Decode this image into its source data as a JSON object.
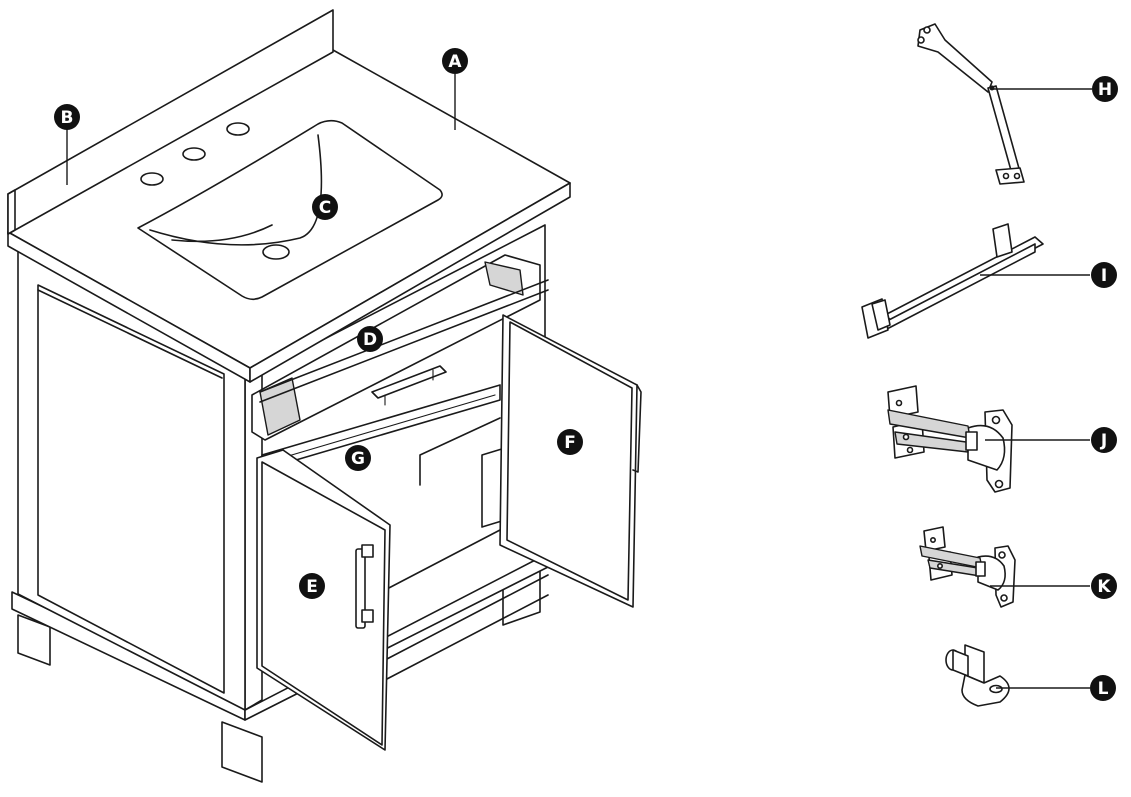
{
  "callouts": {
    "A": "A",
    "B": "B",
    "C": "C",
    "D": "D",
    "E": "E",
    "F": "F",
    "G": "G",
    "H": "H",
    "I": "I",
    "J": "J",
    "K": "K",
    "L": "L"
  },
  "colors": {
    "line": "#1a1a1a",
    "badge": "#111111",
    "badge_text": "#ffffff",
    "fill": "#ffffff"
  }
}
